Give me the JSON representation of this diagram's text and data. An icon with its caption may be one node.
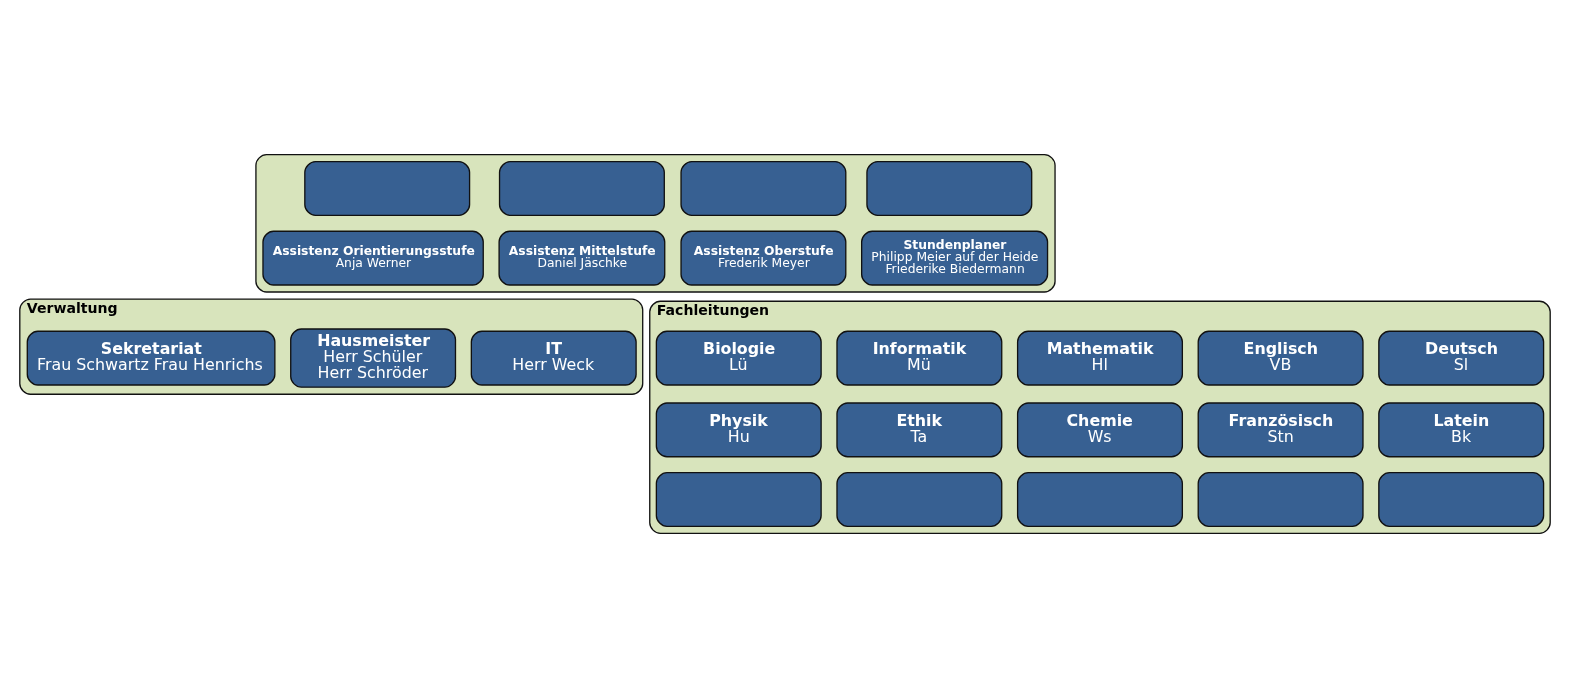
{
  "diagram": {
    "nodes": [
      {
        "text": [],
        "shape": "box"
      },
      {
        "text": [],
        "shape": "box",
        "in": 0
      },
      {
        "text": [],
        "shape": "box",
        "in": 0
      },
      {
        "text": [],
        "shape": "box",
        "in": 0
      },
      {
        "text": [],
        "shape": "box",
        "in": 0
      },
      {
        "text": [
          "Assistenz Orientierungsstufe",
          "Anja Werner"
        ],
        "in": 0
      },
      {
        "text": [
          "Assistenz Mittelstufe",
          "Daniel Jäschke"
        ],
        "in": 0
      },
      {
        "text": [
          "Assistenz Oberstufe",
          "Frederik Meyer"
        ],
        "in": 0
      },
      {
        "text": [
          "Stundenplaner",
          "Philipp Meier auf der Heide",
          "Friederike Biedermann"
        ],
        "in": 0
      },
      {
        "text": [
          "Verwaltung"
        ]
      },
      {
        "text": [
          "Sekretariat",
          "Frau Schwartz Frau Henrichs"
        ],
        "in": 9
      },
      {
        "text": [
          "Hausmeister",
          "Herr Schüler",
          "Herr Schröder"
        ],
        "in": 9
      },
      {
        "text": [
          "IT",
          "Herr Weck"
        ],
        "in": 9
      },
      {
        "text": [
          "Fachleitungen"
        ]
      },
      {
        "text": [
          "Informatik",
          "Mü"
        ],
        "in": 13
      },
      {
        "text": [
          "Mathematik",
          "Hl"
        ],
        "in": 13
      },
      {
        "text": [
          "Biologie",
          "Lü"
        ],
        "in": 13
      },
      {
        "text": [
          "Englisch",
          "VB"
        ],
        "in": 13
      },
      {
        "text": [
          "Deutsch",
          "Sl"
        ],
        "in": 13
      },
      {
        "text": [
          "Ethik",
          "Ta"
        ],
        "in": 13
      },
      {
        "text": [
          "Chemie",
          "Ws"
        ],
        "in": 13
      },
      {
        "text": [
          "Physik",
          "Hu"
        ],
        "in": 13
      },
      {
        "text": [
          "Französisch",
          "Stn"
        ],
        "in": 13
      },
      {
        "text": [
          "Latein",
          "Bk"
        ],
        "in": 13
      },
      {
        "text": [],
        "shape": "box",
        "in": 13
      },
      {
        "text": [],
        "shape": "box",
        "in": 13
      },
      {
        "text": [],
        "shape": "box",
        "in": 13
      },
      {
        "text": [],
        "shape": "box",
        "in": 13
      },
      {
        "text": [],
        "shape": "box",
        "in": 13
      }
    ],
    "edges": []
  }
}
